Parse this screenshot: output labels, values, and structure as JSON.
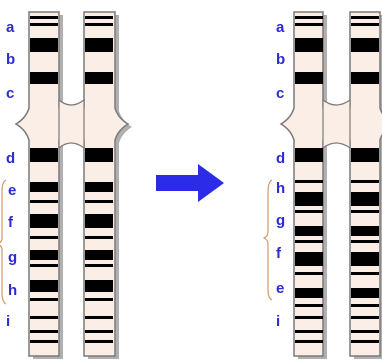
{
  "colors": {
    "label": "#2b2bd0",
    "band_dark": "#000000",
    "chromatid_fill": "#fbeee6",
    "chromatid_outline": "#7a7a7a",
    "shadow": "#b0b0b0",
    "bracket": "#d49a66",
    "arrow": "#2b2be8"
  },
  "before": {
    "labels": [
      "a",
      "b",
      "c",
      "d",
      "e",
      "f",
      "g",
      "h",
      "i"
    ]
  },
  "after": {
    "labels": [
      "a",
      "b",
      "c",
      "d",
      "h",
      "g",
      "f",
      "e",
      "i"
    ]
  },
  "arrow": {
    "icon": "right-arrow-icon",
    "direction": "right"
  }
}
